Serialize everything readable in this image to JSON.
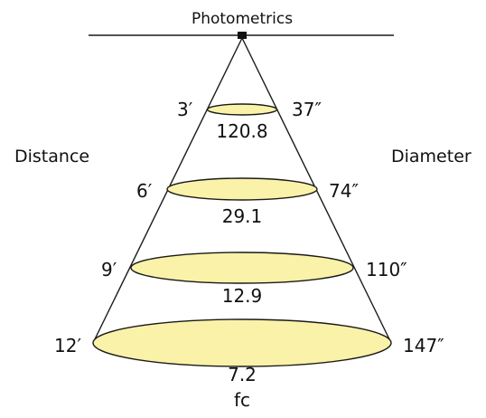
{
  "title": "Photometrics",
  "left_heading": "Distance",
  "right_heading": "Diameter",
  "unit_label": "fc",
  "colors": {
    "beam_fill": "#FAF2A8",
    "line": "#1a1a1a",
    "fixture": "#111111"
  },
  "levels": [
    {
      "distance": "3′",
      "diameter": "37″",
      "footcandles": "120.8"
    },
    {
      "distance": "6′",
      "diameter": "74″",
      "footcandles": "29.1"
    },
    {
      "distance": "9′",
      "diameter": "110″",
      "footcandles": "12.9"
    },
    {
      "distance": "12′",
      "diameter": "147″",
      "footcandles": "7.2"
    }
  ]
}
